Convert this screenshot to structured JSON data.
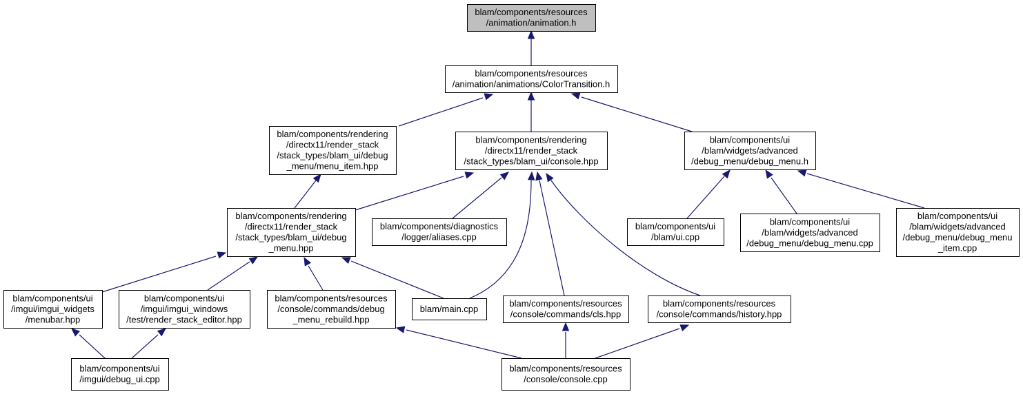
{
  "graph": {
    "nodes": [
      {
        "id": "animation_h",
        "lines": [
          "blam/components/resources",
          "/animation/animation.h"
        ],
        "root": true
      },
      {
        "id": "colortransition_h",
        "lines": [
          "blam/components/resources",
          "/animation/animations/ColorTransition.h"
        ]
      },
      {
        "id": "menu_item_hpp",
        "lines": [
          "blam/components/rendering",
          "/directx11/render_stack",
          "/stack_types/blam_ui/debug",
          "_menu/menu_item.hpp"
        ]
      },
      {
        "id": "console_hpp",
        "lines": [
          "blam/components/rendering",
          "/directx11/render_stack",
          "/stack_types/blam_ui/console.hpp"
        ]
      },
      {
        "id": "debug_menu_h",
        "lines": [
          "blam/components/ui",
          "/blam/widgets/advanced",
          "/debug_menu/debug_menu.h"
        ]
      },
      {
        "id": "debug_menu_hpp",
        "lines": [
          "blam/components/rendering",
          "/directx11/render_stack",
          "/stack_types/blam_ui/debug",
          "_menu.hpp"
        ]
      },
      {
        "id": "aliases_cpp",
        "lines": [
          "blam/components/diagnostics",
          "/logger/aliases.cpp"
        ]
      },
      {
        "id": "ui_cpp",
        "lines": [
          "blam/components/ui",
          "/blam/ui.cpp"
        ]
      },
      {
        "id": "debug_menu_cpp",
        "lines": [
          "blam/components/ui",
          "/blam/widgets/advanced",
          "/debug_menu/debug_menu.cpp"
        ]
      },
      {
        "id": "debug_menu_item_cpp",
        "lines": [
          "blam/components/ui",
          "/blam/widgets/advanced",
          "/debug_menu/debug_menu",
          "_item.cpp"
        ]
      },
      {
        "id": "menubar_hpp",
        "lines": [
          "blam/components/ui",
          "/imgui/imgui_widgets",
          "/menubar.hpp"
        ]
      },
      {
        "id": "render_stack_editor_hpp",
        "lines": [
          "blam/components/ui",
          "/imgui/imgui_windows",
          "/test/render_stack_editor.hpp"
        ]
      },
      {
        "id": "debug_menu_rebuild_hpp",
        "lines": [
          "blam/components/resources",
          "/console/commands/debug",
          "_menu_rebuild.hpp"
        ]
      },
      {
        "id": "main_cpp",
        "lines": [
          "blam/main.cpp"
        ]
      },
      {
        "id": "cls_hpp",
        "lines": [
          "blam/components/resources",
          "/console/commands/cls.hpp"
        ]
      },
      {
        "id": "history_hpp",
        "lines": [
          "blam/components/resources",
          "/console/commands/history.hpp"
        ]
      },
      {
        "id": "debug_ui_cpp",
        "lines": [
          "blam/components/ui",
          "/imgui/debug_ui.cpp"
        ]
      },
      {
        "id": "console_cpp",
        "lines": [
          "blam/components/resources",
          "/console/console.cpp"
        ]
      }
    ],
    "edges": [
      {
        "from": "colortransition_h",
        "to": "animation_h"
      },
      {
        "from": "menu_item_hpp",
        "to": "colortransition_h"
      },
      {
        "from": "console_hpp",
        "to": "colortransition_h"
      },
      {
        "from": "debug_menu_h",
        "to": "colortransition_h"
      },
      {
        "from": "debug_menu_hpp",
        "to": "menu_item_hpp"
      },
      {
        "from": "debug_menu_hpp",
        "to": "console_hpp"
      },
      {
        "from": "aliases_cpp",
        "to": "console_hpp"
      },
      {
        "from": "main_cpp",
        "to": "console_hpp"
      },
      {
        "from": "cls_hpp",
        "to": "console_hpp"
      },
      {
        "from": "history_hpp",
        "to": "console_hpp"
      },
      {
        "from": "ui_cpp",
        "to": "debug_menu_h"
      },
      {
        "from": "debug_menu_cpp",
        "to": "debug_menu_h"
      },
      {
        "from": "debug_menu_item_cpp",
        "to": "debug_menu_h"
      },
      {
        "from": "menubar_hpp",
        "to": "debug_menu_hpp"
      },
      {
        "from": "render_stack_editor_hpp",
        "to": "debug_menu_hpp"
      },
      {
        "from": "debug_menu_rebuild_hpp",
        "to": "debug_menu_hpp"
      },
      {
        "from": "main_cpp",
        "to": "debug_menu_hpp"
      },
      {
        "from": "debug_ui_cpp",
        "to": "menubar_hpp"
      },
      {
        "from": "debug_ui_cpp",
        "to": "render_stack_editor_hpp"
      },
      {
        "from": "console_cpp",
        "to": "debug_menu_rebuild_hpp"
      },
      {
        "from": "console_cpp",
        "to": "cls_hpp"
      },
      {
        "from": "console_cpp",
        "to": "history_hpp"
      }
    ]
  },
  "colors": {
    "edge": "#191970",
    "root_fill": "#bfbfbf",
    "node_fill": "#ffffff",
    "node_border": "#000000"
  }
}
